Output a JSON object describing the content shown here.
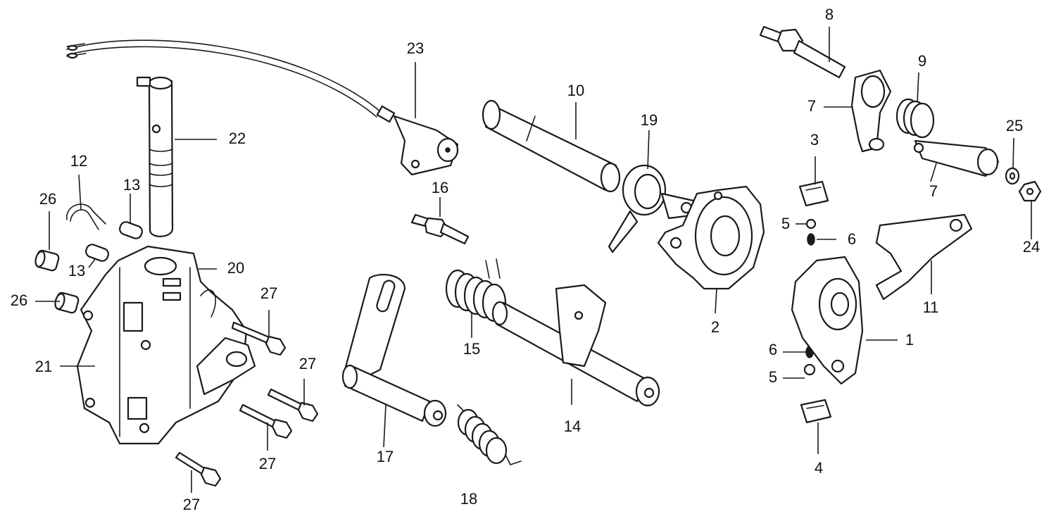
{
  "callouts": {
    "c1": "1",
    "c2": "2",
    "c3": "3",
    "c4": "4",
    "c5a": "5",
    "c5b": "5",
    "c6a": "6",
    "c6b": "6",
    "c7a": "7",
    "c7b": "7",
    "c8": "8",
    "c9": "9",
    "c10": "10",
    "c11": "11",
    "c12": "12",
    "c13a": "13",
    "c13b": "13",
    "c14": "14",
    "c15": "15",
    "c16": "16",
    "c17": "17",
    "c18": "18",
    "c19": "19",
    "c20": "20",
    "c21": "21",
    "c22": "22",
    "c23": "23",
    "c24": "24",
    "c25": "25",
    "c26a": "26",
    "c26b": "26",
    "c27a": "27",
    "c27b": "27",
    "c27c": "27",
    "c27d": "27"
  }
}
